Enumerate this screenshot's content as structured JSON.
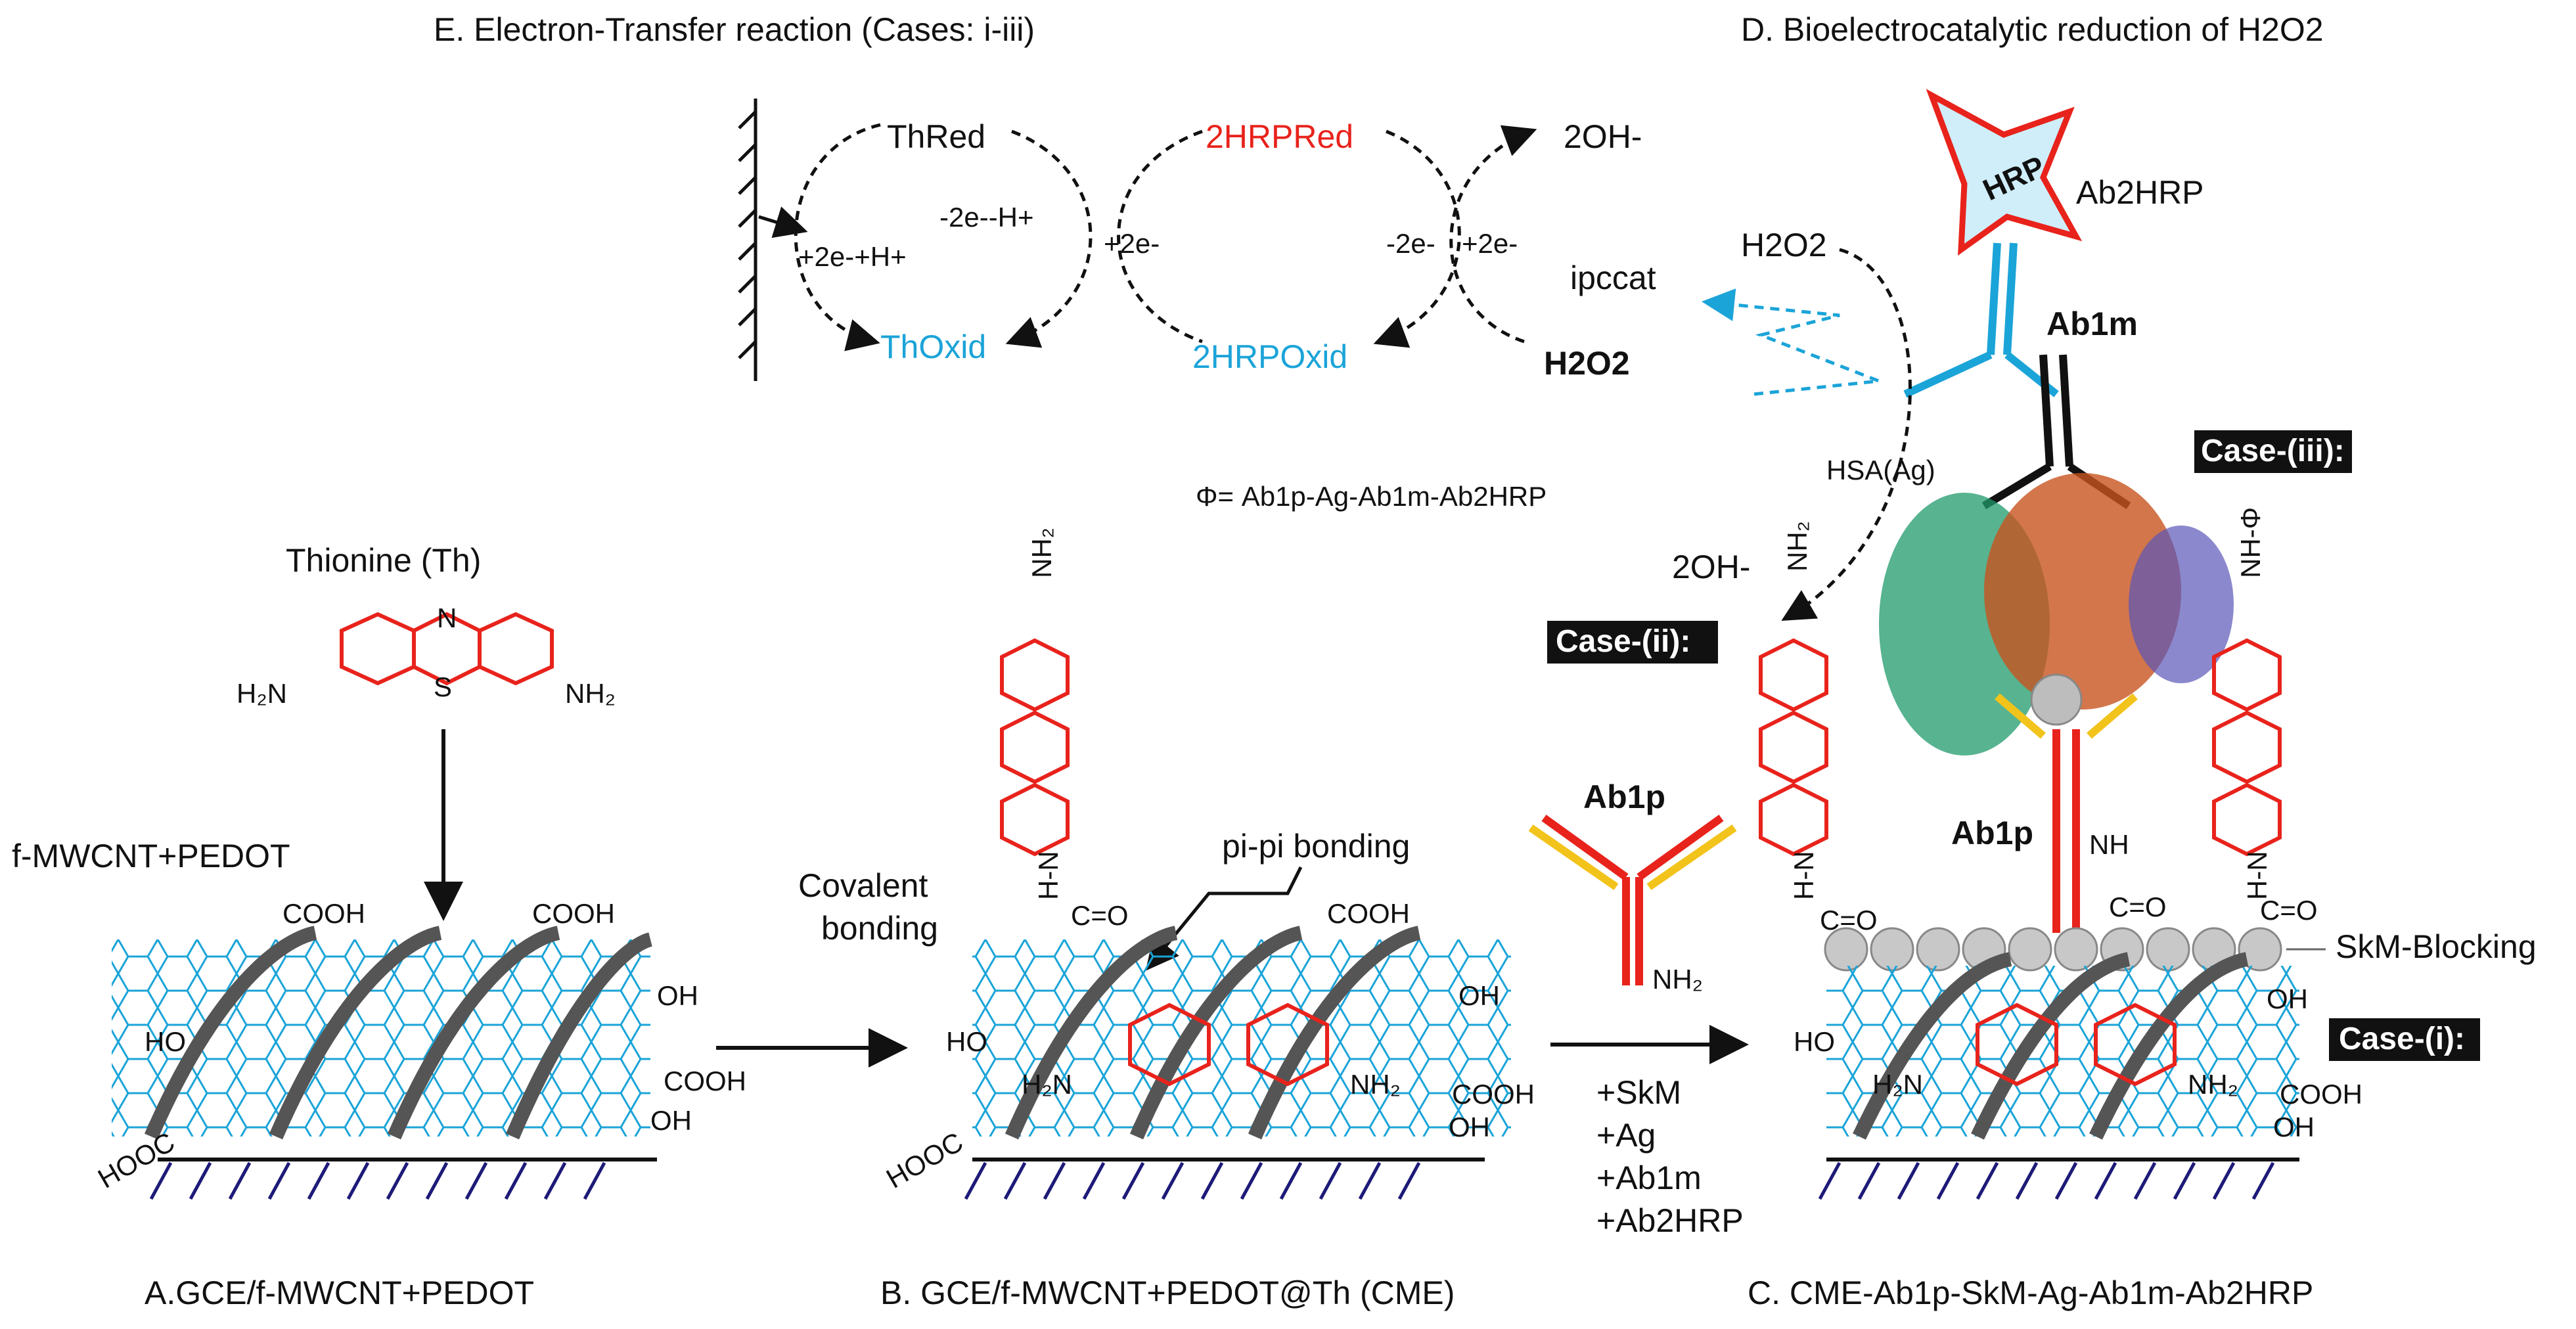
{
  "panel_titles": {
    "E": "E. Electron-Transfer reaction (Cases: i-iii)",
    "D": "D. Bioelectrocatalytic reduction of H2O2",
    "A": "A.GCE/f-MWCNT+PEDOT",
    "B": "B. GCE/f-MWCNT+PEDOT@Th (CME)",
    "C": "C.  CME-Ab1p-SkM-Ag-Ab1m-Ab2HRP"
  },
  "cycle": {
    "th_red": "ThRed",
    "th_oxid": "ThOxid",
    "hrp_red": "2HRPRed",
    "hrp_oxid": "2HRPOxid",
    "oh": "2OH-",
    "h2o2": "H2O2",
    "e1": "+2e-+H+",
    "e2": "-2e--H+",
    "e3": "+2e-",
    "e4": "-2e-",
    "e5": "+2e-",
    "ipc": "ipccat"
  },
  "labels": {
    "phi_def": "Φ= Ab1p-Ag-Ab1m-Ab2HRP",
    "thionine": "Thionine (Th)",
    "f_mwcnt": "f-MWCNT+PEDOT",
    "covalent": "Covalent bonding",
    "pi_pi": "pi-pi bonding",
    "hrp": "HRP",
    "ab2hrp": "Ab2HRP",
    "ab1m": "Ab1m",
    "ab1p": "Ab1p",
    "hsa": "HSA(Ag)",
    "h2o2_top": "H2O2",
    "oh_minus": "2OH-",
    "skm": "SkM-Blocking",
    "steps": [
      "+SkM",
      "+Ag",
      "+Ab1m",
      "+Ab2HRP"
    ],
    "case_i": "Case-(i):",
    "case_ii": "Case-(ii):",
    "case_iii": "Case-(iii):"
  },
  "colors": {
    "red": "#e8231c",
    "blue": "#1ba4d8",
    "yellow": "#f2c31a",
    "navy": "#1d1a78",
    "green": "#1f9a6b",
    "orange": "#c8541e"
  }
}
